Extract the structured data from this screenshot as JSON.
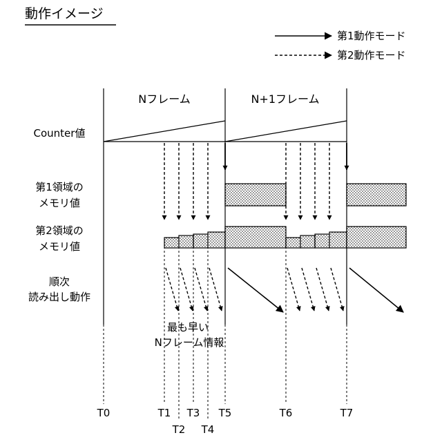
{
  "title": "動作イメージ",
  "legend": {
    "mode1": "第1動作モード",
    "mode2": "第2動作モード"
  },
  "frames": {
    "n": "Nフレーム",
    "n1": "N+1フレーム"
  },
  "rows": {
    "counter": "Counter値",
    "region1_line1": "第1領域の",
    "region1_line2": "メモリ値",
    "region2_line1": "第2領域の",
    "region2_line2": "メモリ値",
    "readout_line1": "順次",
    "readout_line2": "読み出し動作"
  },
  "annotation": {
    "line1": "最も早い",
    "line2": "Nフレーム情報"
  },
  "time_labels": [
    "T0",
    "T1",
    "T2",
    "T3",
    "T4",
    "T5",
    "T6",
    "T7"
  ]
}
